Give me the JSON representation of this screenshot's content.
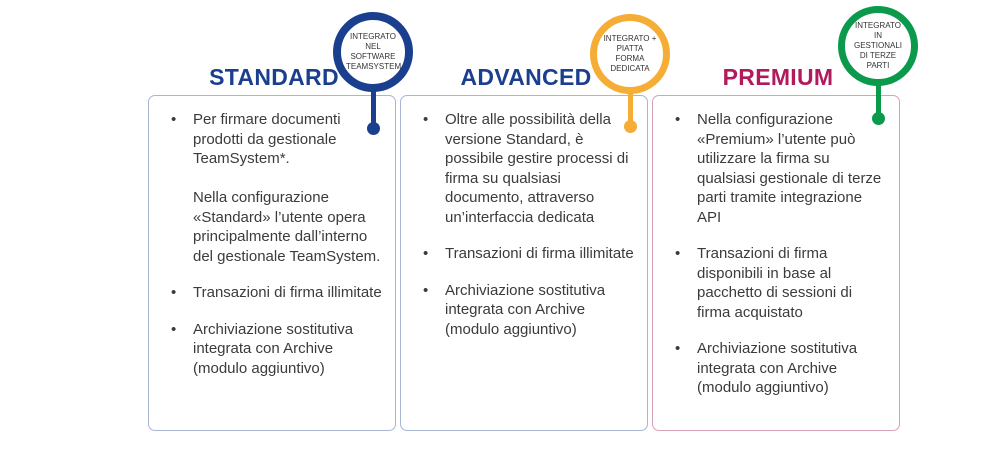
{
  "colors": {
    "standard": "#1b3f8f",
    "standard_border": "#a8b6d3",
    "advanced": "#1b3f8f",
    "advanced_ring": "#f5ad35",
    "advanced_border": "#a8b6d3",
    "premium": "#b21a5e",
    "premium_ring": "#0b9a4c",
    "premium_border": "#d9a1b9"
  },
  "plans": [
    {
      "title": "STANDARD",
      "pin_text": "INTEGRATO NEL SOFTWARE TEAMSYSTEM",
      "bullets": [
        {
          "text": "Per firmare documenti prodotti da gestionale TeamSystem*.",
          "extra": "Nella configurazione «Standard» l’utente opera principalmente dall’interno del gestionale TeamSystem."
        },
        {
          "text": "Transazioni di firma illimitate"
        },
        {
          "text": "Archiviazione sostitutiva integrata con Archive (modulo aggiuntivo)"
        }
      ]
    },
    {
      "title": "ADVANCED",
      "pin_text": "INTEGRATO + PIATTA FORMA DEDICATA",
      "bullets": [
        {
          "text": "Oltre alle possibilità della versione Standard, è possibile gestire processi di firma su qualsiasi documento, attraverso un’interfaccia dedicata"
        },
        {
          "text": "Transazioni di firma illimitate"
        },
        {
          "text": "Archiviazione sostitutiva integrata con Archive (modulo aggiuntivo)"
        }
      ]
    },
    {
      "title": "PREMIUM",
      "pin_text": "INTEGRATO IN GESTIONALI DI TERZE PARTI",
      "bullets": [
        {
          "text": "Nella configurazione «Premium» l’utente può utilizzare la firma su qualsiasi gestionale di terze parti tramite integrazione API"
        },
        {
          "text": "Transazioni di firma disponibili in base al pacchetto di sessioni di firma acquistato"
        },
        {
          "text": "Archiviazione sostitutiva integrata con Archive (modulo aggiuntivo)"
        }
      ]
    }
  ]
}
